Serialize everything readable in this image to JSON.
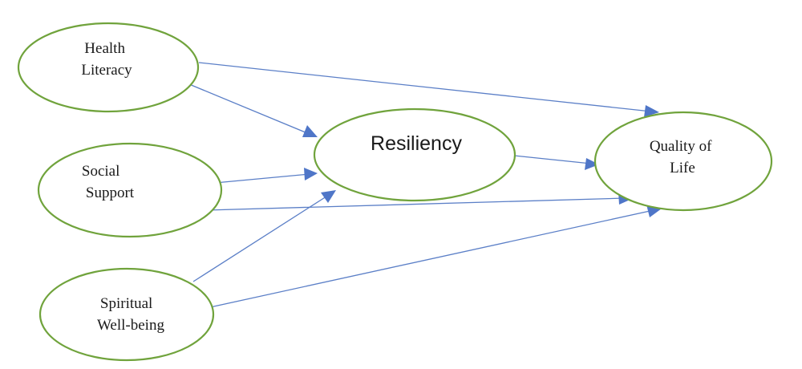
{
  "diagram": {
    "nodes": {
      "health_literacy": {
        "lines": [
          "Health",
          "Literacy"
        ]
      },
      "social_support": {
        "lines": [
          "Social",
          "Support"
        ]
      },
      "spiritual_wellbeing": {
        "lines": [
          "Spiritual",
          "Well-being"
        ]
      },
      "resiliency": {
        "lines": [
          "Resiliency"
        ]
      },
      "quality_of_life": {
        "lines": [
          "Quality of",
          "Life"
        ]
      }
    },
    "edges": [
      {
        "from": "health_literacy",
        "to": "resiliency"
      },
      {
        "from": "health_literacy",
        "to": "quality_of_life"
      },
      {
        "from": "social_support",
        "to": "resiliency"
      },
      {
        "from": "social_support",
        "to": "quality_of_life"
      },
      {
        "from": "spiritual_wellbeing",
        "to": "resiliency"
      },
      {
        "from": "spiritual_wellbeing",
        "to": "quality_of_life"
      },
      {
        "from": "resiliency",
        "to": "quality_of_life"
      }
    ],
    "colors": {
      "node_border": "#70a33c",
      "arrow": "#4f76c8"
    }
  }
}
